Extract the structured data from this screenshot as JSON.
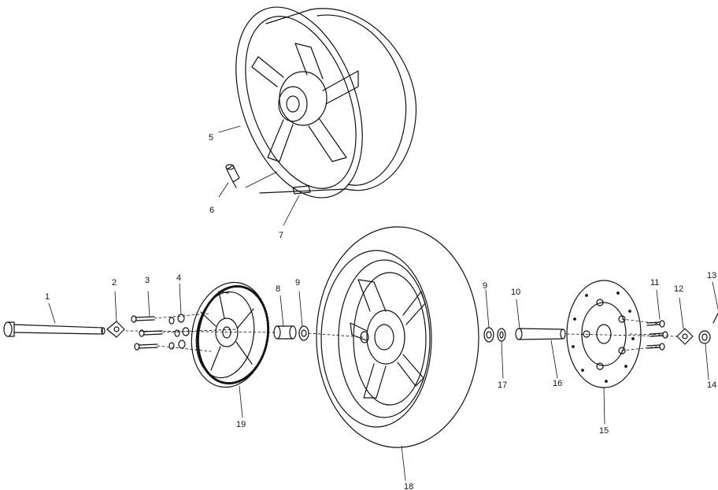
{
  "callouts": [
    {
      "id": "c1",
      "text": "1"
    },
    {
      "id": "c2",
      "text": "2"
    },
    {
      "id": "c3",
      "text": "3"
    },
    {
      "id": "c4",
      "text": "4"
    },
    {
      "id": "c5",
      "text": "5"
    },
    {
      "id": "c6",
      "text": "6"
    },
    {
      "id": "c7",
      "text": "7"
    },
    {
      "id": "c8",
      "text": "8"
    },
    {
      "id": "c9a",
      "text": "9"
    },
    {
      "id": "c9b",
      "text": "9"
    },
    {
      "id": "c10",
      "text": "10"
    },
    {
      "id": "c11",
      "text": "11"
    },
    {
      "id": "c12",
      "text": "12"
    },
    {
      "id": "c13",
      "text": "13"
    },
    {
      "id": "c14",
      "text": "14"
    },
    {
      "id": "c15",
      "text": "15"
    },
    {
      "id": "c16",
      "text": "16"
    },
    {
      "id": "c17",
      "text": "17"
    },
    {
      "id": "c18",
      "text": "18"
    },
    {
      "id": "c19",
      "text": "19"
    }
  ],
  "colors": {
    "line": "#111111",
    "background": "#ffffff"
  }
}
